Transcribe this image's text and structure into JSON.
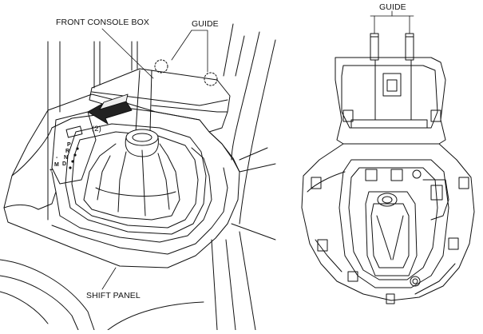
{
  "labels": {
    "front_console_box": "FRONT CONSOLE BOX",
    "guide_left": "GUIDE",
    "guide_right": "GUIDE",
    "shift_panel": "SHIFT PANEL",
    "callout_2": "(2)"
  },
  "shift_pattern": {
    "p": "P",
    "r": "R",
    "n": "N",
    "d": "D",
    "m": "M",
    "plus": "+",
    "minus": "-"
  },
  "colors": {
    "line": "#111111",
    "arrow_fill": "#222222",
    "background": "#ffffff"
  }
}
